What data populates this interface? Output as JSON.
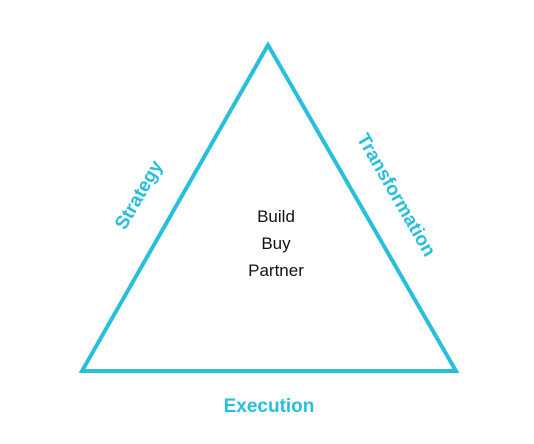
{
  "colors": {
    "accent": "#28bfdc",
    "text": "#111111",
    "background": "#ffffff"
  },
  "diagram": {
    "sides": {
      "left": "Strategy",
      "right": "Transformation",
      "bottom": "Execution"
    },
    "center_lines": [
      "Build",
      "Buy",
      "Partner"
    ]
  }
}
